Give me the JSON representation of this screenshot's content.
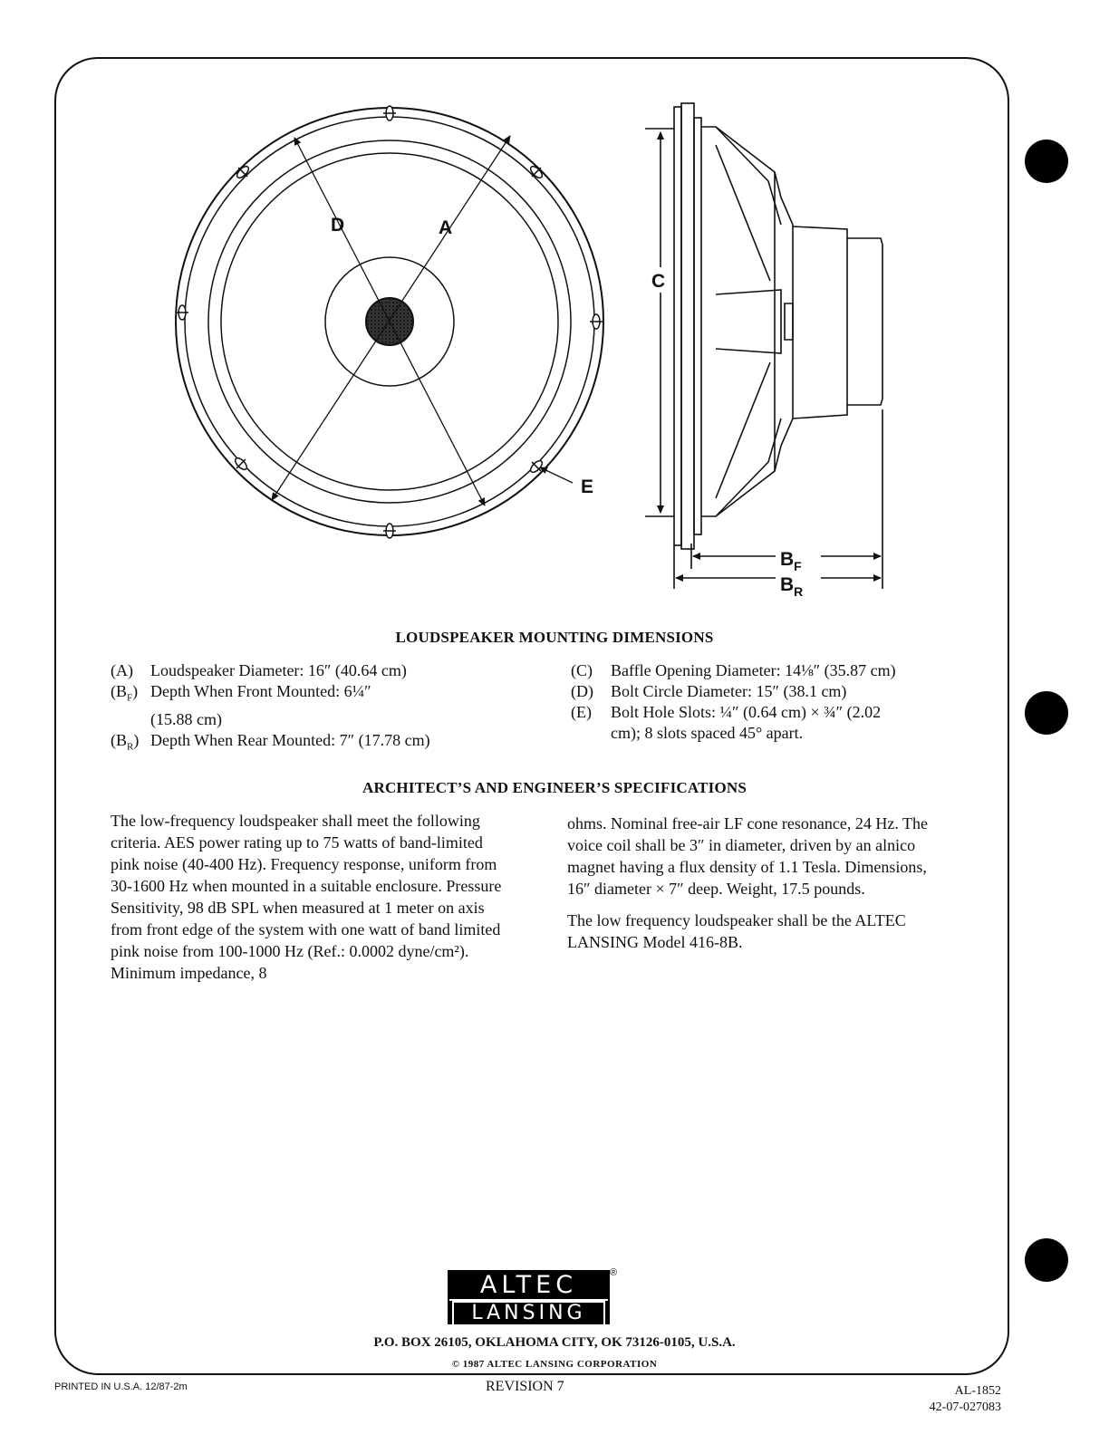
{
  "labels": {
    "d": "D",
    "a": "A",
    "c": "C",
    "e": "E",
    "bf": "B",
    "bf_sub": "F",
    "br": "B",
    "br_sub": "R"
  },
  "section1_title": "LOUDSPEAKER MOUNTING DIMENSIONS",
  "dims_left": [
    {
      "key": "(A)",
      "text": "Loudspeaker Diameter: 16″ (40.64 cm)"
    },
    {
      "key": "(B",
      "key_sub": "F",
      "key_end": ")",
      "text": "Depth When Front Mounted: 6¼″"
    },
    {
      "key": "",
      "text": "(15.88 cm)"
    },
    {
      "key": "(B",
      "key_sub": "R",
      "key_end": ")",
      "text": "Depth When Rear Mounted: 7″ (17.78 cm)"
    }
  ],
  "dims_right": [
    {
      "key": "(C)",
      "text": "Baffle Opening Diameter: 14⅛″ (35.87 cm)"
    },
    {
      "key": "(D)",
      "text": "Bolt Circle Diameter: 15″ (38.1 cm)"
    },
    {
      "key": "(E)",
      "text": "Bolt Hole Slots: ¼″ (0.64 cm) × ¾″ (2.02"
    },
    {
      "key": "",
      "text": "cm); 8 slots spaced 45° apart."
    }
  ],
  "section2_title": "ARCHITECT’S AND ENGINEER’S SPECIFICATIONS",
  "spec_left": "The low-frequency loudspeaker shall meet the following criteria. AES power rating up to 75 watts of band-limited pink noise (40-400 Hz). Frequency response, uniform from 30-1600 Hz when mounted in a suitable enclosure. Pressure Sensitivity, 98 dB SPL when measured at 1 meter on axis from front edge of the system with one watt of band limited pink noise from 100-1000 Hz (Ref.: 0.0002 dyne/cm²). Minimum impedance, 8",
  "spec_right_1": "ohms. Nominal free-air LF cone resonance, 24 Hz. The voice coil shall be 3″ in diameter, driven by an alnico magnet having a flux density of 1.1 Tesla. Dimensions, 16″ diameter × 7″ deep. Weight, 17.5 pounds.",
  "spec_right_2": "The low frequency loudspeaker shall be the ALTEC LANSING Model 416-8B.",
  "logo_line1": "ALTEC",
  "logo_line2": "LANSING",
  "logo_reg": "®",
  "address": "P.O. BOX 26105, OKLAHOMA CITY, OK 73126-0105, U.S.A.",
  "copyright": "© 1987 ALTEC LANSING CORPORATION",
  "printed": "PRINTED IN U.S.A. 12/87-2m",
  "revision": "REVISION 7",
  "doc_no": "AL-1852",
  "part_no": "42-07-027083"
}
